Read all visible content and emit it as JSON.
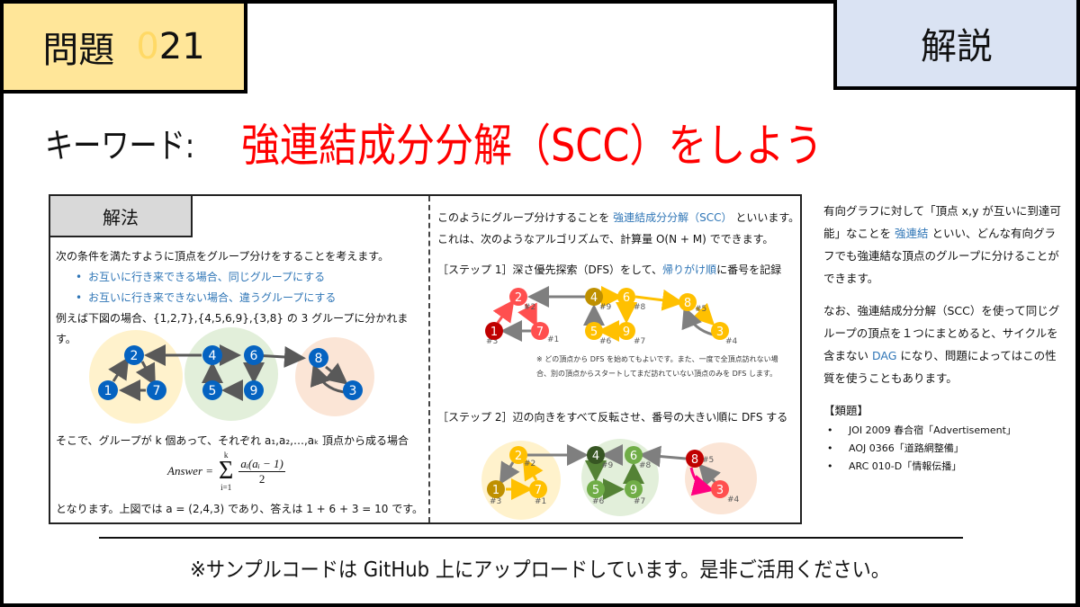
{
  "header": {
    "problem_label": "問題",
    "problem_number_prefix": "0",
    "problem_number": "21",
    "explain_label": "解説"
  },
  "keyword": {
    "label": "キーワード:",
    "title": "強連結成分分解（SCC）をしよう"
  },
  "method": {
    "tab_label": "解法",
    "intro": "次の条件を満たすように頂点をグループ分けをすることを考えます。",
    "bullets": [
      "お互いに行き来できる場合、同じグループにする",
      "お互いに行き来できない場合、違うグループにする"
    ],
    "example": "例えば下図の場合、{1,2,7},{4,5,6,9},{3,8} の 3 グループに分かれます。",
    "groups_text": "そこで、グループが k 個あって、それぞれ a₁,a₂,…,aₖ 頂点から成る場合",
    "formula": {
      "lhs": "Answer =",
      "sum_top": "k",
      "sum_bottom": "i=1",
      "numerator": "aᵢ(aᵢ − 1)",
      "denominator": "2"
    },
    "conclusion": "となります。上図では a = (2,4,3) であり、答えは 1 + 6 + 3 = 10 です。"
  },
  "algorithm": {
    "line1_prefix": "このようにグループ分けすることを ",
    "line1_link": "強連結成分分解（SCC）",
    "line1_suffix": " といいます。",
    "line2": "これは、次のようなアルゴリズムで、計算量 O(N + M) でできます。",
    "step1_prefix": "［ステップ 1］深さ優先探索（DFS）をして、",
    "step1_link": "帰りがけ順",
    "step1_suffix": "に番号を記録",
    "note1": "※ どの頂点から DFS を始めてもよいです。また、一度で全頂点訪れない場",
    "note2": "合、別の頂点からスタートしてまだ訪れていない頂点のみを DFS します。",
    "step2": "［ステップ 2］辺の向きをすべて反転させ、番号の大きい順に DFS する"
  },
  "side": {
    "para1_a": "有向グラフに対して「頂点 x,y が互いに到達可能」なことを ",
    "para1_link": "強連結",
    "para1_b": " といい、どんな有向グラフでも強連結な頂点のグループに分けることができます。",
    "para2_a": "なお、強連結成分分解（SCC）を使って同じグループの頂点を１つにまとめると、サイクルを含まない ",
    "para2_link": "DAG",
    "para2_b": " になり、問題によってはこの性質を使うこともあります。",
    "similar_title": "【類題】",
    "similar": [
      "JOI 2009 春合宿「Advertisement」",
      "AOJ 0366「道路網整備」",
      "ARC 010-D「情報伝播」"
    ]
  },
  "footer": {
    "text": "※サンプルコードは GitHub 上にアップロードしています。是非ご活用ください。"
  },
  "graphs": {
    "example_nodes": [
      "1",
      "2",
      "7",
      "4",
      "5",
      "6",
      "9",
      "8",
      "3"
    ],
    "step1_labels": {
      "1": "#3",
      "2": "#2",
      "7": "#1",
      "4": "#9",
      "5": "#6",
      "6": "#8",
      "9": "#7",
      "8": "#5",
      "3": "#4"
    },
    "colors": {
      "node_blue": "#0563c1",
      "group_yellow": "#fff2cc",
      "group_green": "#e2efda",
      "group_red": "#fbe5d6",
      "red_light": "#ff4f4f",
      "red_dark": "#c00000",
      "gold": "#ffc000",
      "gold_dark": "#bf9000",
      "green": "#70ad47",
      "green_dark": "#375623",
      "edge_gray": "#7f7f7f",
      "magenta": "#ff0080",
      "accent_red": "#ff0000",
      "link_blue": "#2e75b6"
    }
  }
}
